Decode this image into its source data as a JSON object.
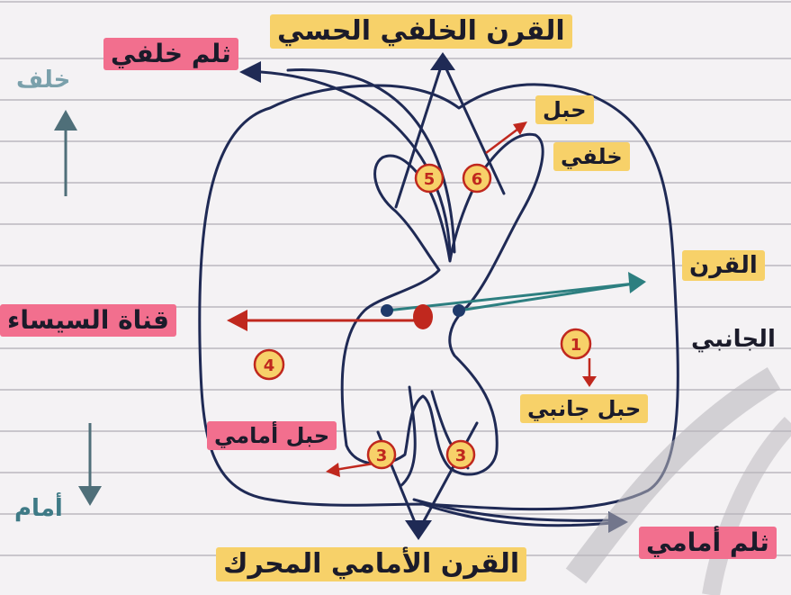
{
  "labels": {
    "dorsal_horn": "القرن الخلفي الحسي",
    "ventral_horn": "القرن الأمامي المحرك",
    "lateral_horn_1": "القرن",
    "lateral_horn_2": "الجانبي",
    "central_canal": "قناة السيساء",
    "posterior_root": "ثلم خلفي",
    "anterior_root": "ثلم أمامي",
    "posterior_column_1": "حبل",
    "posterior_column_2": "خلفي",
    "lateral_column": "حبل جانبي",
    "anterior_column": "حبل أمامي",
    "back": "خلف",
    "front": "أمام"
  },
  "numbers": {
    "n1": "1",
    "n3": "3",
    "n4": "4",
    "n5": "5",
    "n6": "6",
    "n3b": "3"
  },
  "colors": {
    "ink": "#1f2a55",
    "red_ink": "#c0281e",
    "teal_ink": "#2d7f80",
    "yellow_highlight": "#f7d169",
    "pink_highlight": "#f26f8e"
  }
}
